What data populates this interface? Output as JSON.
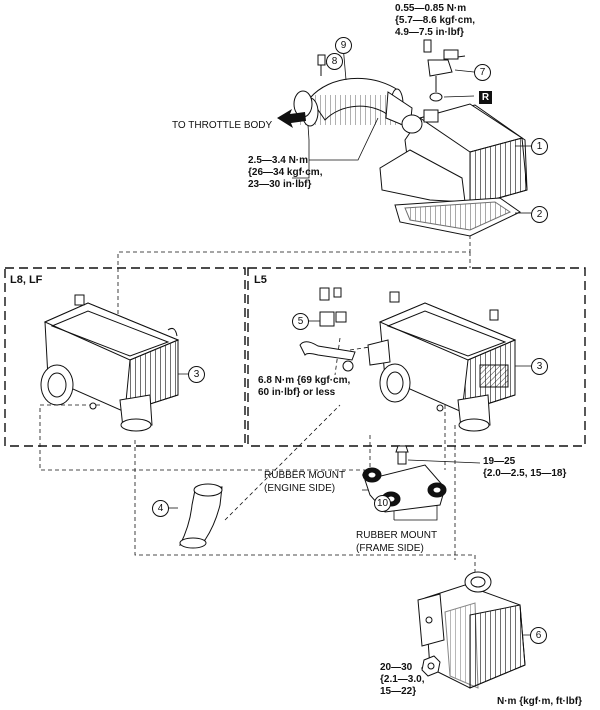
{
  "labels": {
    "torque_top_1": "0.55—0.85 N·m",
    "torque_top_2": "{5.7—8.6 kgf·cm,",
    "torque_top_3": "4.9—7.5 in·lbf}",
    "to_throttle": "TO THROTTLE BODY",
    "torque_hose_1": "2.5—3.4 N·m",
    "torque_hose_2": "{26—34 kgf·cm,",
    "torque_hose_3": "23—30 in·lbf}",
    "section_left": "L8, LF",
    "section_right": "L5",
    "torque_l5_1": "6.8 N·m {69 kgf·cm,",
    "torque_l5_2": "60 in·lbf} or less",
    "torque_mount_1": "19—25",
    "torque_mount_2": "{2.0—2.5, 15—18}",
    "rubber_engine_1": "RUBBER MOUNT",
    "rubber_engine_2": "(ENGINE SIDE)",
    "rubber_frame_1": "RUBBER MOUNT",
    "rubber_frame_2": "(FRAME SIDE)",
    "torque_bottom_1": "20—30",
    "torque_bottom_2": "{2.1—3.0,",
    "torque_bottom_3": "15—22}",
    "units": "N·m {kgf·m, ft·lbf}",
    "replace_mark": "R"
  },
  "callouts": {
    "c1": "1",
    "c2": "2",
    "c3a": "3",
    "c3b": "3",
    "c4": "4",
    "c5": "5",
    "c6": "6",
    "c7": "7",
    "c8": "8",
    "c9": "9",
    "c10": "10"
  }
}
